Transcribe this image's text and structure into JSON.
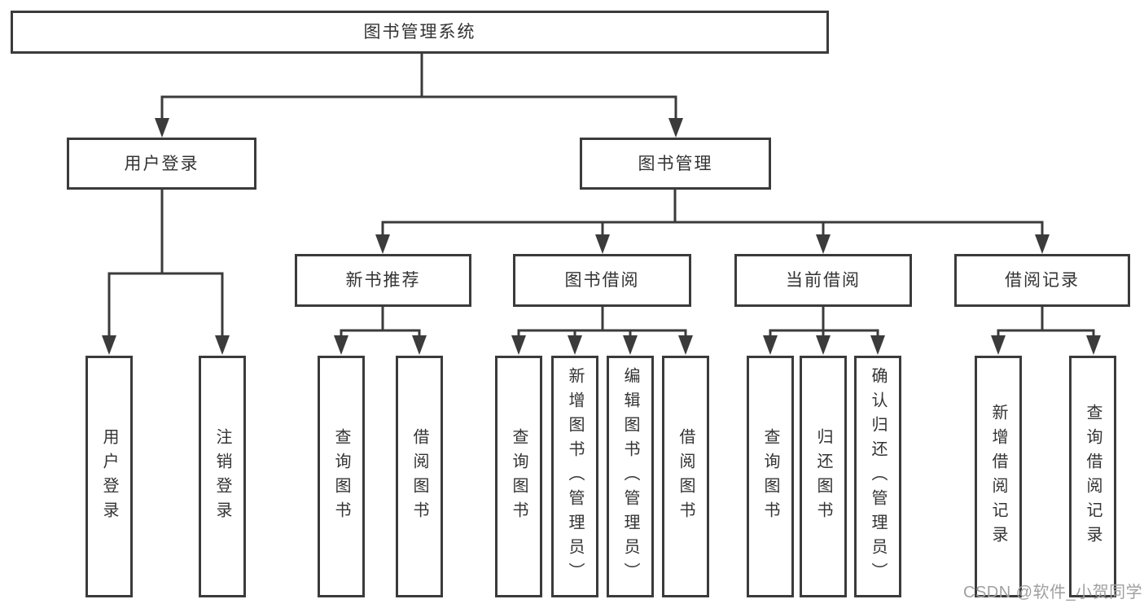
{
  "tree": {
    "root": "图书管理系统",
    "branches": [
      {
        "label": "用户登录",
        "children": [
          "用户登录",
          "注销登录"
        ]
      },
      {
        "label": "图书管理",
        "groups": [
          {
            "label": "新书推荐",
            "children": [
              "查询图书",
              "借阅图书"
            ]
          },
          {
            "label": "图书借阅",
            "children": [
              "查询图书",
              "新增图书（管理员）",
              "编辑图书（管理员）",
              "借阅图书"
            ]
          },
          {
            "label": "当前借阅",
            "children": [
              "查询图书",
              "归还图书",
              "确认归还（管理员）"
            ]
          },
          {
            "label": "借阅记录",
            "children": [
              "新增借阅记录",
              "查询借阅记录"
            ]
          }
        ]
      }
    ]
  },
  "watermark": {
    "text": "CSDN @软件_小贺同学",
    "color": "#a0a0a0"
  },
  "colors": {
    "line": "#3b3b3b",
    "box_border": "#3b3b3b",
    "box_fill": "#ffffff",
    "text": "#333333",
    "background": "#ffffff"
  }
}
